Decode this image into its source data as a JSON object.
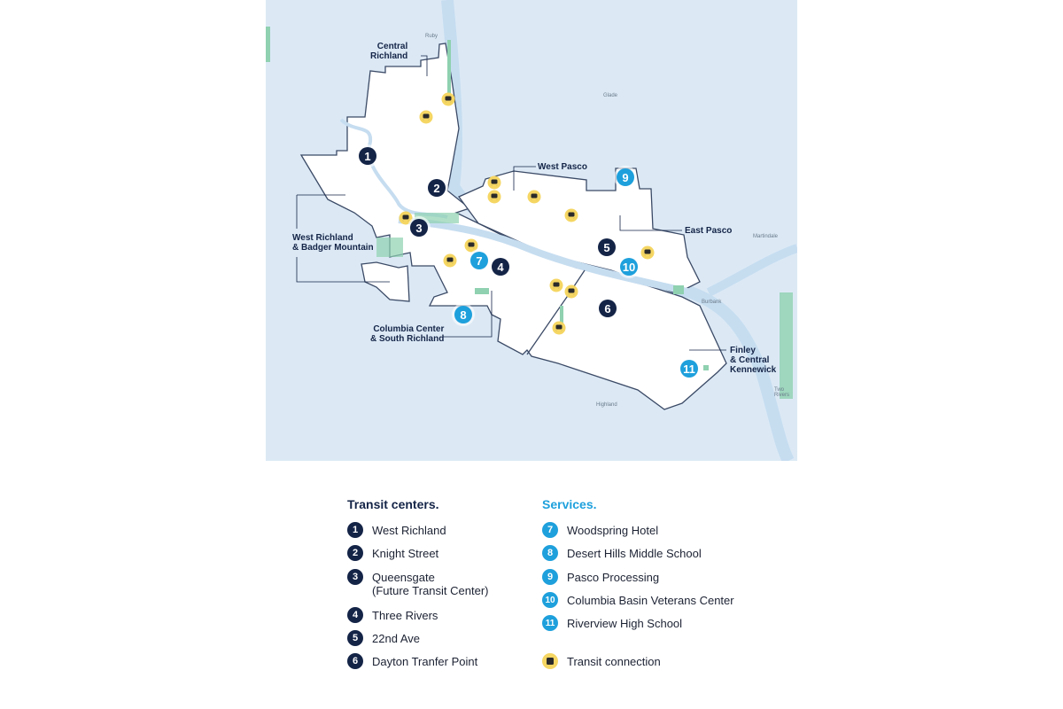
{
  "map": {
    "areas": {
      "central_richland": [
        "Central",
        "Richland"
      ],
      "west_pasco": "West Pasco",
      "east_pasco": "East Pasco",
      "west_richland": [
        "West Richland",
        "& Badger Mountain"
      ],
      "columbia_center": [
        "Columbia Center",
        "& South Richland"
      ],
      "finley": [
        "Finley",
        "& Central",
        "Kennewick"
      ]
    },
    "places": {
      "ruby": "Ruby",
      "glade": "Glade",
      "martindale": "Martindale",
      "burbank": "Burbank",
      "highland": "Highland",
      "two_rivers": "Two Rivers"
    }
  },
  "legend": {
    "transit_heading": "Transit centers.",
    "services_heading": "Services.",
    "transit_centers": [
      {
        "num": "1",
        "name": "West Richland"
      },
      {
        "num": "2",
        "name": "Knight Street"
      },
      {
        "num": "3",
        "name": "Queensgate\n(Future Transit Center)"
      },
      {
        "num": "4",
        "name": "Three Rivers"
      },
      {
        "num": "5",
        "name": "22nd Ave"
      },
      {
        "num": "6",
        "name": "Dayton Tranfer Point"
      }
    ],
    "services": [
      {
        "num": "7",
        "name": "Woodspring Hotel"
      },
      {
        "num": "8",
        "name": "Desert Hills Middle School"
      },
      {
        "num": "9",
        "name": "Pasco Processing"
      },
      {
        "num": "10",
        "name": "Columbia Basin Veterans Center"
      },
      {
        "num": "11",
        "name": "Riverview High School"
      }
    ],
    "transit_connection": "Transit connection",
    "icon": "bus-icon"
  },
  "colors": {
    "transit_center": "#142447",
    "service": "#1ea0dc",
    "transit_connection": "#f5d663",
    "water": "#c6ddf0",
    "land": "#dce9f5",
    "park": "#8fd1b0"
  }
}
